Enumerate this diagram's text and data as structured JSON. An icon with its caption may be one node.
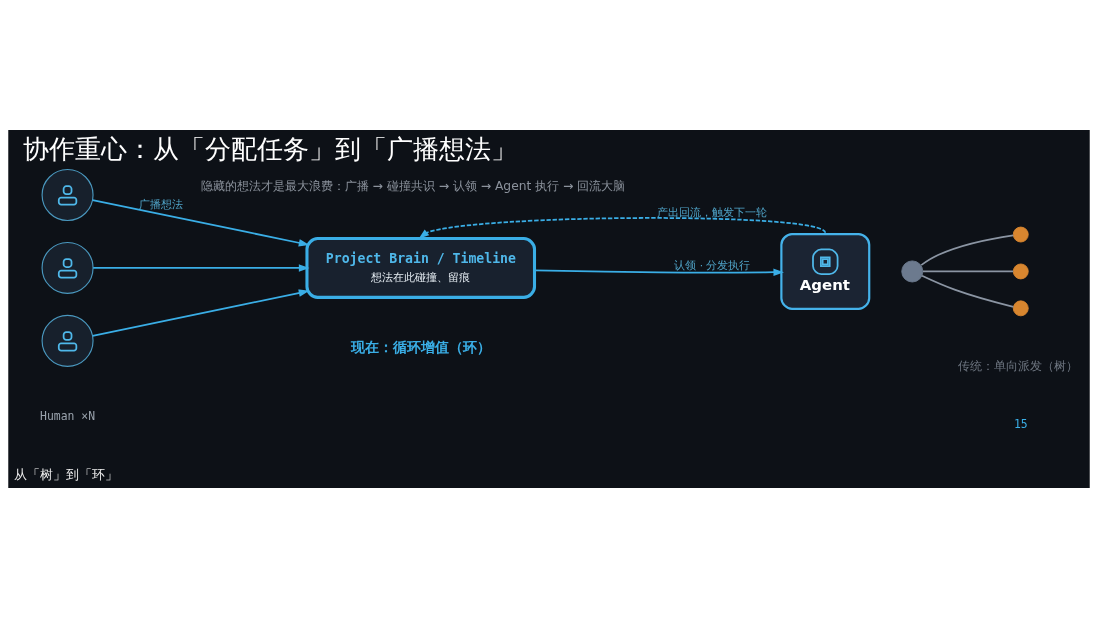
{
  "diagram": {
    "title": "协作重心：从「分配任务」到「广播想法」",
    "nodes": [
      {
        "text": [],
        "shape": "person"
      },
      {
        "text": [],
        "shape": "person"
      },
      {
        "text": [],
        "shape": "person",
        "beside": [
          "Human ×N"
        ]
      },
      {
        "text": [
          "Project Brain / Timeline",
          "想法在此碰撞、留痕"
        ]
      },
      {
        "text": [
          "Agent"
        ]
      },
      {
        "text": [],
        "shape": "circle"
      },
      {
        "text": [],
        "shape": "circle"
      },
      {
        "text": [],
        "shape": "circle"
      },
      {
        "text": [],
        "shape": "circle"
      }
    ],
    "edges": [
      {
        "from": 0,
        "to": 3,
        "arrow": "to",
        "label": "广播想法"
      },
      {
        "from": 1,
        "to": 3,
        "arrow": "to"
      },
      {
        "from": 2,
        "to": 3,
        "arrow": "to"
      },
      {
        "from": 3,
        "to": 4,
        "arrow": "to",
        "label": "认领 · 分发执行"
      },
      {
        "from": 4,
        "to": 3,
        "arrow": "to",
        "label": "产出回流，触发下一轮",
        "style": "dashed"
      },
      {
        "from": 5,
        "to": 6,
        "arrow": "none",
        "color": "#8b95a3"
      },
      {
        "from": 5,
        "to": 7,
        "arrow": "none",
        "color": "#8b95a3"
      },
      {
        "from": 5,
        "to": 8,
        "arrow": "none",
        "color": "#8b95a3"
      }
    ],
    "labels": [
      "隐藏的想法才是最大浪费：广播 → 碰撞共识 → 认领 → Agent 执行 → 回流大脑",
      "现在：循环增值（环）",
      "传统：单向派发（树）",
      "从「树」到「环」",
      "15"
    ]
  }
}
